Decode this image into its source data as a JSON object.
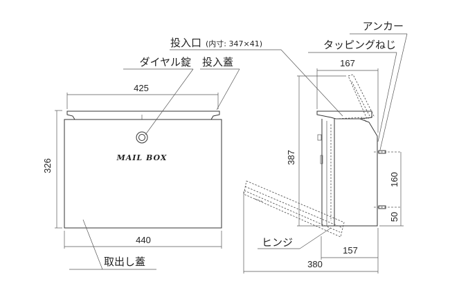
{
  "labels": {
    "insertion_opening": "投入口",
    "insertion_opening_inner": "(内寸: 347×41)",
    "dial_lock": "ダイヤル錠",
    "insertion_lid": "投入蓋",
    "removal_lid": "取出し蓋",
    "anchor": "アンカー",
    "tapping_screw": "タッピングねじ",
    "hinge": "ヒンジ",
    "logo_text": "MAIL BOX"
  },
  "dimensions": {
    "lid_width": "425",
    "body_width": "440",
    "body_height": "326",
    "lid_depth": "167",
    "total_height": "387",
    "anchor_spacing": "160",
    "anchor_bottom": "50",
    "body_depth": "157",
    "open_depth": "380"
  }
}
